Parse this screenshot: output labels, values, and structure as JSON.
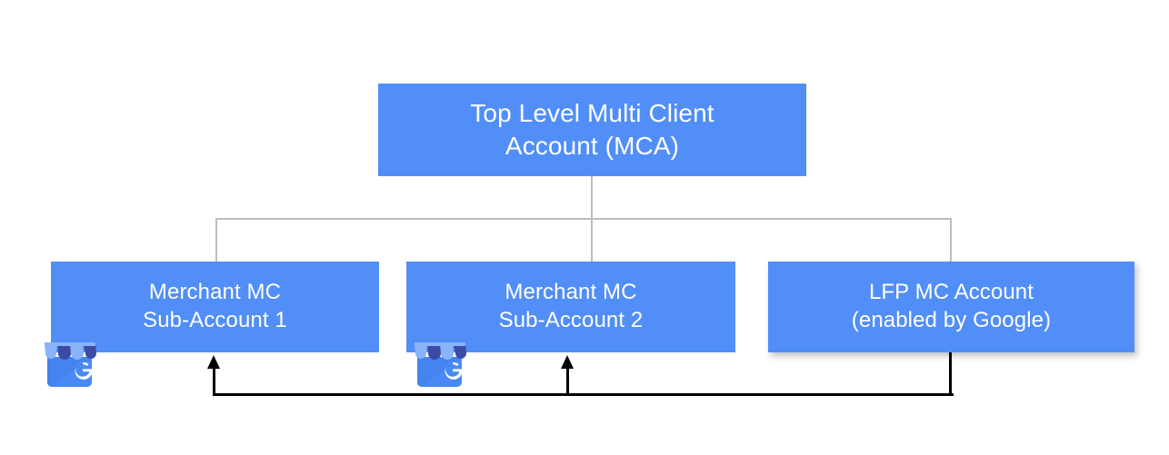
{
  "diagram": {
    "title_node": {
      "id": "top-level-mca",
      "label": "Top Level Multi Client\nAccount (MCA)"
    },
    "children": [
      {
        "id": "merchant-sub-1",
        "label": "Merchant MC\nSub-Account 1",
        "icon": "google-business-profile-storefront-icon"
      },
      {
        "id": "merchant-sub-2",
        "label": "Merchant MC\nSub-Account 2",
        "icon": "google-business-profile-storefront-icon"
      },
      {
        "id": "lfp-mc-account",
        "label": "LFP MC Account\n(enabled by Google)",
        "icon": null
      }
    ]
  },
  "colors": {
    "node_fill": "#518ef8",
    "node_text": "#ffffff",
    "hierarchy_line": "#bdbdbd",
    "feedback_line": "#000000",
    "canvas": "#ffffff",
    "icon_awning_light": "#8ab4f8",
    "icon_awning_dark": "#3c4ba6",
    "icon_body": "#4989f5",
    "icon_glyph": "#ffffff"
  }
}
